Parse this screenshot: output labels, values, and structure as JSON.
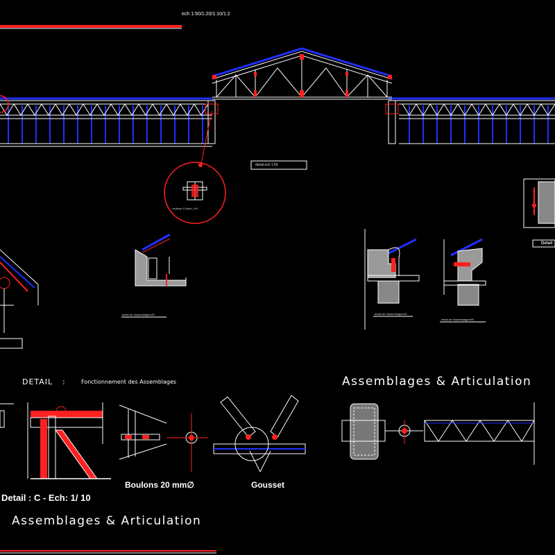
{
  "scale_note": "ech 1:50/1:20/1:10/1:2",
  "detail_ech_label": "detail  ech 1:50",
  "connector_label": "coulisse H (sect.) H/I",
  "detail_a_label": "detail de l'assemblage/e/R",
  "detail_b_label": "detail de l'assemblage/e/R",
  "detail_c_label": "detail de l'assemblage/e/R",
  "detail_title_left": "DETAIL",
  "detail_title_sep": ":",
  "detail_title_right": "Fonctionnement des Assemblages",
  "assemblages_right": "Assemblages   & Articulation",
  "assemblages_left": "Assemblages   & Articulation",
  "bolts_label": "Boulons 20 mm∅",
  "gusset_label": "Gousset",
  "detail_c_caption": "Detail :  C  - Ech:  1/ 10",
  "right_edge_label": "Detail",
  "colors": {
    "background": "#000000",
    "line": "#ffffff",
    "accent_red": "#ff2020",
    "accent_blue": "#2030ff",
    "hatch_grey": "#a0a0a0"
  }
}
